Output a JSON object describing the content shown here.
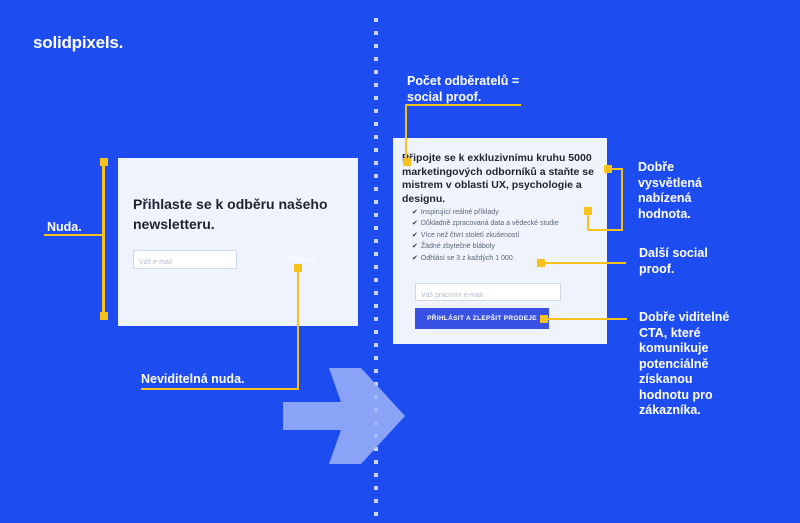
{
  "brand": {
    "logo_text": "solidpixels."
  },
  "left_card": {
    "title": "Přihlaste se k odběru našeho newsletteru.",
    "email_placeholder": "Váš e-mail",
    "button_label": "Přihlásit se"
  },
  "right_card": {
    "title": "Připojte se k exkluzivnímu kruhu 5000 marketingových odborníků a staňte se mistrem v oblasti UX, psychologie a designu.",
    "benefits": [
      "Inspirující reálné příklady",
      "Důkladně zpracovaná data a vědecké studie",
      "Více než čtvrt století zkušeností",
      "Žádné zbytečné bláboly",
      "Odhlásí se 3 z každých 1 000"
    ],
    "email_placeholder": "Váš pracovní e-mail",
    "cta_label": "PŘIHLÁSIT A ZLEPŠIT PRODEJE"
  },
  "annotations": {
    "boring": "Nuda.",
    "invisible_boring": "Neviditelná nuda.",
    "subscriber_count_line1": "Počet odběratelů  =",
    "subscriber_count_line2": "social proof.",
    "value_1": "Dobře",
    "value_2": "vysvětlená",
    "value_3": "nabízená",
    "value_4": "hodnota.",
    "social_1": "Další social",
    "social_2": "proof.",
    "cta_1": "Dobře viditelné",
    "cta_2": "CTA, které",
    "cta_3": "komunikuje",
    "cta_4": "potenciálně",
    "cta_5": "získanou",
    "cta_6": "hodnotu pro",
    "cta_7": "zákazníka."
  },
  "colors": {
    "background": "#1d4df0",
    "accent_yellow": "#f7c21c",
    "card": "#eef3fd",
    "cta_button": "#3a52e3"
  },
  "icons": {
    "checkmark": "check-icon",
    "arrow": "arrow-right-icon"
  }
}
